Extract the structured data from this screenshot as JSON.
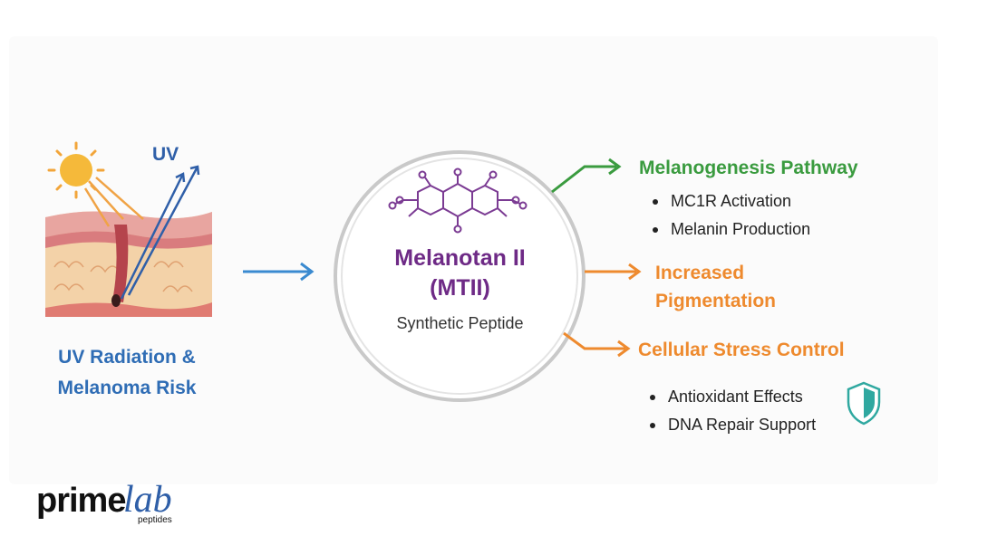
{
  "left": {
    "uv_label": "UV",
    "caption_line1": "UV Radiation &",
    "caption_line2": "Melanoma Risk"
  },
  "center": {
    "title_line1": "Melanotan II",
    "title_line2": "(MTII)",
    "subtitle": "Synthetic Peptide"
  },
  "outcomes": [
    {
      "title": "Melanogenesis Pathway",
      "color": "#3a9b3f",
      "bullets": [
        "MC1R Activation",
        "Melanin Production"
      ]
    },
    {
      "title_line1": "Increased",
      "title_line2": "Pigmentation",
      "color": "#ee8a2e"
    },
    {
      "title": "Cellular Stress Control",
      "color": "#ee8a2e",
      "bullets": [
        "Antioxidant Effects",
        "DNA Repair Support"
      ]
    }
  ],
  "logo": {
    "prime": "prime",
    "lab": "lab",
    "sub": "peptides"
  },
  "colors": {
    "uv_blue": "#2f6db5",
    "molecule_purple": "#7b3b93",
    "arrow_blue": "#3a8ad0",
    "green": "#3a9b3f",
    "orange": "#ee8a2e",
    "shield_teal": "#2fa8a0"
  },
  "icons": [
    "sun-icon",
    "skin-layer-illustration",
    "molecule-icon",
    "shield-icon"
  ]
}
